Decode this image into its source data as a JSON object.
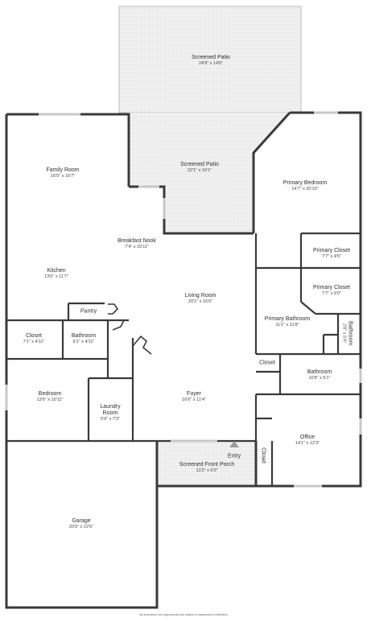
{
  "rooms": {
    "patio_back": {
      "name": "Screened Patio",
      "dims": "24'9\" x 14'6\""
    },
    "patio_mid": {
      "name": "Screened Patio",
      "dims": "22'1\" x 16'1\""
    },
    "family": {
      "name": "Family Room",
      "dims": "16'5\" x 16'7\""
    },
    "primary_bed": {
      "name": "Primary Bedroom",
      "dims": "14'7\" x 20'10\""
    },
    "nook": {
      "name": "Breakfast Nook",
      "dims": "7'4\" x 15'11\""
    },
    "primary_closet_1": {
      "name": "Primary Closet",
      "dims": "7'7\" x 4'5\""
    },
    "kitchen": {
      "name": "Kitchen",
      "dims": "13'6\" x 11'7\""
    },
    "primary_closet_2": {
      "name": "Primary Closet",
      "dims": "7'7\" x 6'0\""
    },
    "living": {
      "name": "Living Room",
      "dims": "20'1\" x 16'6\""
    },
    "pantry": {
      "name": "Pantry"
    },
    "primary_bath": {
      "name": "Primary Bathroom",
      "dims": "11'1\" x 11'8\""
    },
    "closet_1": {
      "name": "Closet",
      "dims": "7'1\" x 4'11\""
    },
    "bath_1": {
      "name": "Bathroom",
      "dims": "6'1\" x 4'11\""
    },
    "bath_small": {
      "name": "Bathroom",
      "dims": "2'8\" x 5'4\""
    },
    "closet_2": {
      "name": "Closet"
    },
    "bath_2": {
      "name": "Bathroom",
      "dims": "10'8\" x 5'1\""
    },
    "bedroom": {
      "name": "Bedroom",
      "dims": "13'6\" x 10'11\""
    },
    "foyer": {
      "name": "Foyer",
      "dims": "16'6\" x 11'4\""
    },
    "laundry": {
      "name": "Laundry Room",
      "dims": "5'9\" x 7'3\""
    },
    "office": {
      "name": "Office",
      "dims": "14'1\" x 12'3\""
    },
    "entry": {
      "name": "Entry"
    },
    "porch": {
      "name": "Screened Front Porch",
      "dims": "13'2\" x 6'0\""
    },
    "closet_3": {
      "name": "Closet"
    },
    "garage": {
      "name": "Garage",
      "dims": "20'5\" x 22'6\""
    }
  },
  "disclaimer": "All dimensions are approximate and subject to independent verification",
  "colors": {
    "wall": "#3a3a3a",
    "window": "#cfcfcf",
    "patio_fill": "#efefef",
    "floor": "#ffffff"
  }
}
